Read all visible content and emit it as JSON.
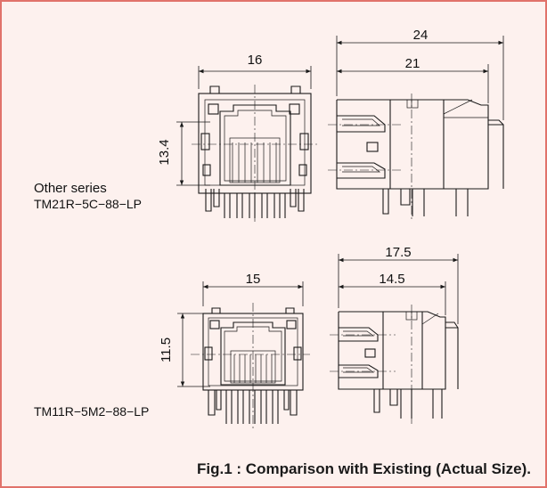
{
  "top_row": {
    "front_width": "16",
    "front_height": "13.4",
    "side_total": "24",
    "side_body": "21",
    "series_label": "Other series",
    "part_number": "TM21R−5C−88−LP"
  },
  "bottom_row": {
    "front_width": "15",
    "front_height": "11.5",
    "side_total": "17.5",
    "side_body": "14.5",
    "part_number": "TM11R−5M2−88−LP"
  },
  "caption": "Fig.1 : Comparison with Existing (Actual Size).",
  "colors": {
    "frame_border": "#e1726a",
    "frame_fill": "#fdf1ee",
    "ink": "#1a1a1a"
  }
}
